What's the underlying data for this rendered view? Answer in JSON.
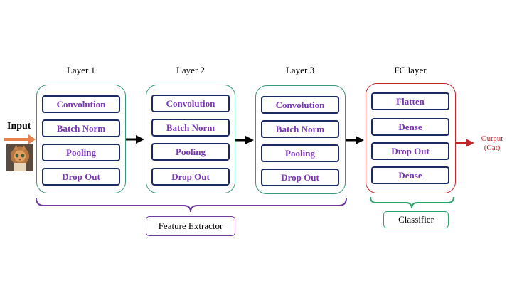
{
  "input": {
    "label": "Input"
  },
  "layers": [
    {
      "title": "Layer 1",
      "ops": [
        "Convolution",
        "Batch Norm",
        "Pooling",
        "Drop Out"
      ]
    },
    {
      "title": "Layer 2",
      "ops": [
        "Convolution",
        "Batch Norm",
        "Pooling",
        "Drop Out"
      ]
    },
    {
      "title": "Layer 3",
      "ops": [
        "Convolution",
        "Batch Norm",
        "Pooling",
        "Drop Out"
      ]
    }
  ],
  "fc_layer": {
    "title": "FC layer",
    "ops": [
      "Flatten",
      "Dense",
      "Drop Out",
      "Dense"
    ]
  },
  "feature_extractor": {
    "label": "Feature Extractor"
  },
  "classifier": {
    "label": "Classifier"
  },
  "output": {
    "line1": "Output",
    "line2": "(Cat)"
  },
  "colors": {
    "extractor_group": "#3a9a78",
    "fc_group": "#c0282c",
    "op_text": "#7a35b8",
    "op_border": "#1b2a63",
    "input_arrow": "#e8834e",
    "output_arrow": "#c0282c",
    "feature_brace": "#6e3aa0",
    "classifier_brace": "#2aa66a"
  }
}
